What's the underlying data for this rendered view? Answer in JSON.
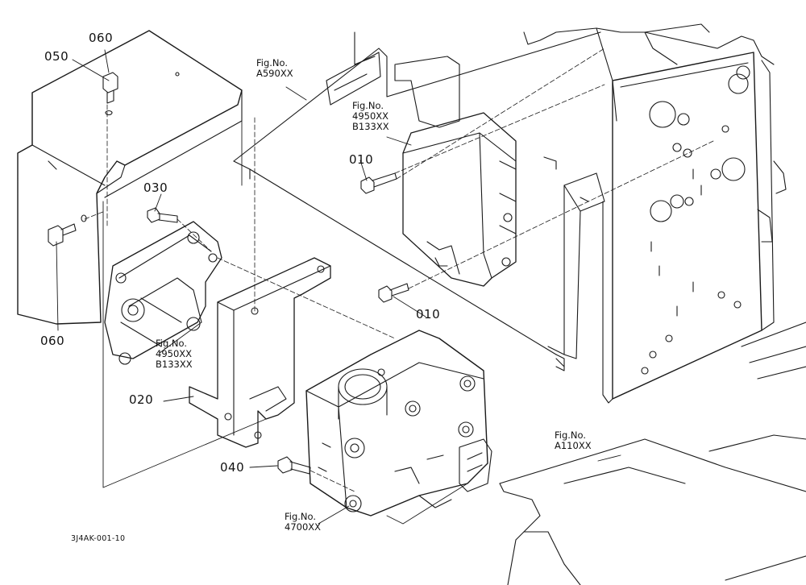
{
  "parts": [
    {
      "id": "p050",
      "label": "050"
    },
    {
      "id": "p060a",
      "label": "060"
    },
    {
      "id": "p060b",
      "label": "060"
    },
    {
      "id": "p030",
      "label": "030"
    },
    {
      "id": "p010a",
      "label": "010"
    },
    {
      "id": "p010b",
      "label": "010"
    },
    {
      "id": "p020",
      "label": "020"
    },
    {
      "id": "p040",
      "label": "040"
    }
  ],
  "figure_refs": [
    {
      "id": "ref_a590",
      "lines": [
        "Fig.No.",
        "A590XX"
      ]
    },
    {
      "id": "ref_4950_top",
      "lines": [
        "Fig.No.",
        "4950XX",
        "B133XX"
      ]
    },
    {
      "id": "ref_4950_left",
      "lines": [
        "Fig.No.",
        "4950XX",
        "B133XX"
      ]
    },
    {
      "id": "ref_a110",
      "lines": [
        "Fig.No.",
        "A110XX"
      ]
    },
    {
      "id": "ref_4700",
      "lines": [
        "Fig.No.",
        "4700XX"
      ]
    }
  ],
  "drawing_code": "3J4AK-001-10",
  "colors": {
    "line": "#1a1a1a",
    "background": "#ffffff"
  }
}
